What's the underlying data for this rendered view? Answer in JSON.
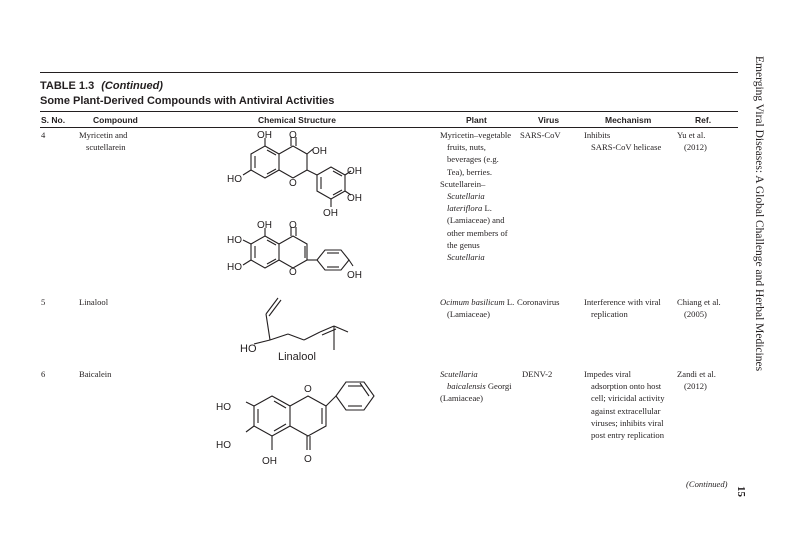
{
  "running_head": "Emerging Viral Diseases: A Global Challenge and Herbal Medicines",
  "page_number": "15",
  "table": {
    "label": "TABLE 1.3",
    "continued_tag": "(Continued)",
    "caption": "Some Plant-Derived Compounds with Antiviral Activities",
    "columns": [
      "S. No.",
      "Compound",
      "Chemical Structure",
      "Plant",
      "Virus",
      "Mechanism",
      "Ref."
    ],
    "rows": [
      {
        "sno": "4",
        "compound": [
          "Myricetin and",
          "scutellarein"
        ],
        "plant": [
          {
            "t": "Myricetin–vegetable",
            "i": false,
            "ind": false
          },
          {
            "t": "fruits, nuts,",
            "i": false,
            "ind": true
          },
          {
            "t": "beverages (e.g.",
            "i": false,
            "ind": true
          },
          {
            "t": "Tea), berries.",
            "i": false,
            "ind": true
          },
          {
            "t": "Scutellarein–",
            "i": false,
            "ind": false
          },
          {
            "t": "Scutellaria",
            "i": true,
            "ind": true
          },
          {
            "t": "lateriflora",
            "i": true,
            "ind": true,
            "suffix": " L."
          },
          {
            "t": "(Lamiaceae) and",
            "i": false,
            "ind": true
          },
          {
            "t": "other members of",
            "i": false,
            "ind": true
          },
          {
            "t": "the genus",
            "i": false,
            "ind": true
          },
          {
            "t": "Scutellaria",
            "i": true,
            "ind": true
          }
        ],
        "virus": "SARS-CoV",
        "mechanism": [
          "Inhibits",
          "SARS-CoV helicase"
        ],
        "ref": [
          "Yu et al.",
          "(2012)"
        ]
      },
      {
        "sno": "5",
        "compound": [
          "Linalool"
        ],
        "plant": [
          {
            "t": "Ocimum basilicum",
            "i": true,
            "ind": false,
            "suffix": " L."
          },
          {
            "t": "(Lamiaceae)",
            "i": false,
            "ind": true
          }
        ],
        "virus": "Coronavirus",
        "mechanism": [
          "Interference with viral",
          "replication"
        ],
        "ref": [
          "Chiang et al.",
          "(2005)"
        ]
      },
      {
        "sno": "6",
        "compound": [
          "Baicalein"
        ],
        "plant": [
          {
            "t": "Scutellaria",
            "i": true,
            "ind": false
          },
          {
            "t": "baicalensis",
            "i": true,
            "ind": true,
            "suffix": " Georgi"
          },
          {
            "t": "(Lamiaceae)",
            "i": false,
            "ind": false
          }
        ],
        "virus": "DENV-2",
        "mechanism": [
          "Impedes viral",
          "adsorption onto host",
          "cell; viricidal activity",
          "against extracellular",
          "viruses; inhibits viral",
          "post entry replication"
        ],
        "ref": [
          "Zandi et al.",
          "(2012)"
        ]
      }
    ],
    "structure_labels": {
      "myricetin": {
        "oh1": "OH",
        "o1": "O",
        "oh2": "OH",
        "ho": "HO",
        "o_ring": "O",
        "oh3": "OH",
        "oh4": "OH",
        "oh5": "OH"
      },
      "scutellarein": {
        "oh1": "OH",
        "o1": "O",
        "ho1": "HO",
        "ho2": "HO",
        "o_ring": "O",
        "oh2": "OH"
      },
      "linalool": {
        "ho": "HO",
        "name": "Linalool"
      },
      "baicalein": {
        "ho1": "HO",
        "ho2": "HO",
        "o_ring": "O",
        "o_keto": "O",
        "oh": "OH"
      }
    },
    "continued_footer": "(Continued)"
  }
}
